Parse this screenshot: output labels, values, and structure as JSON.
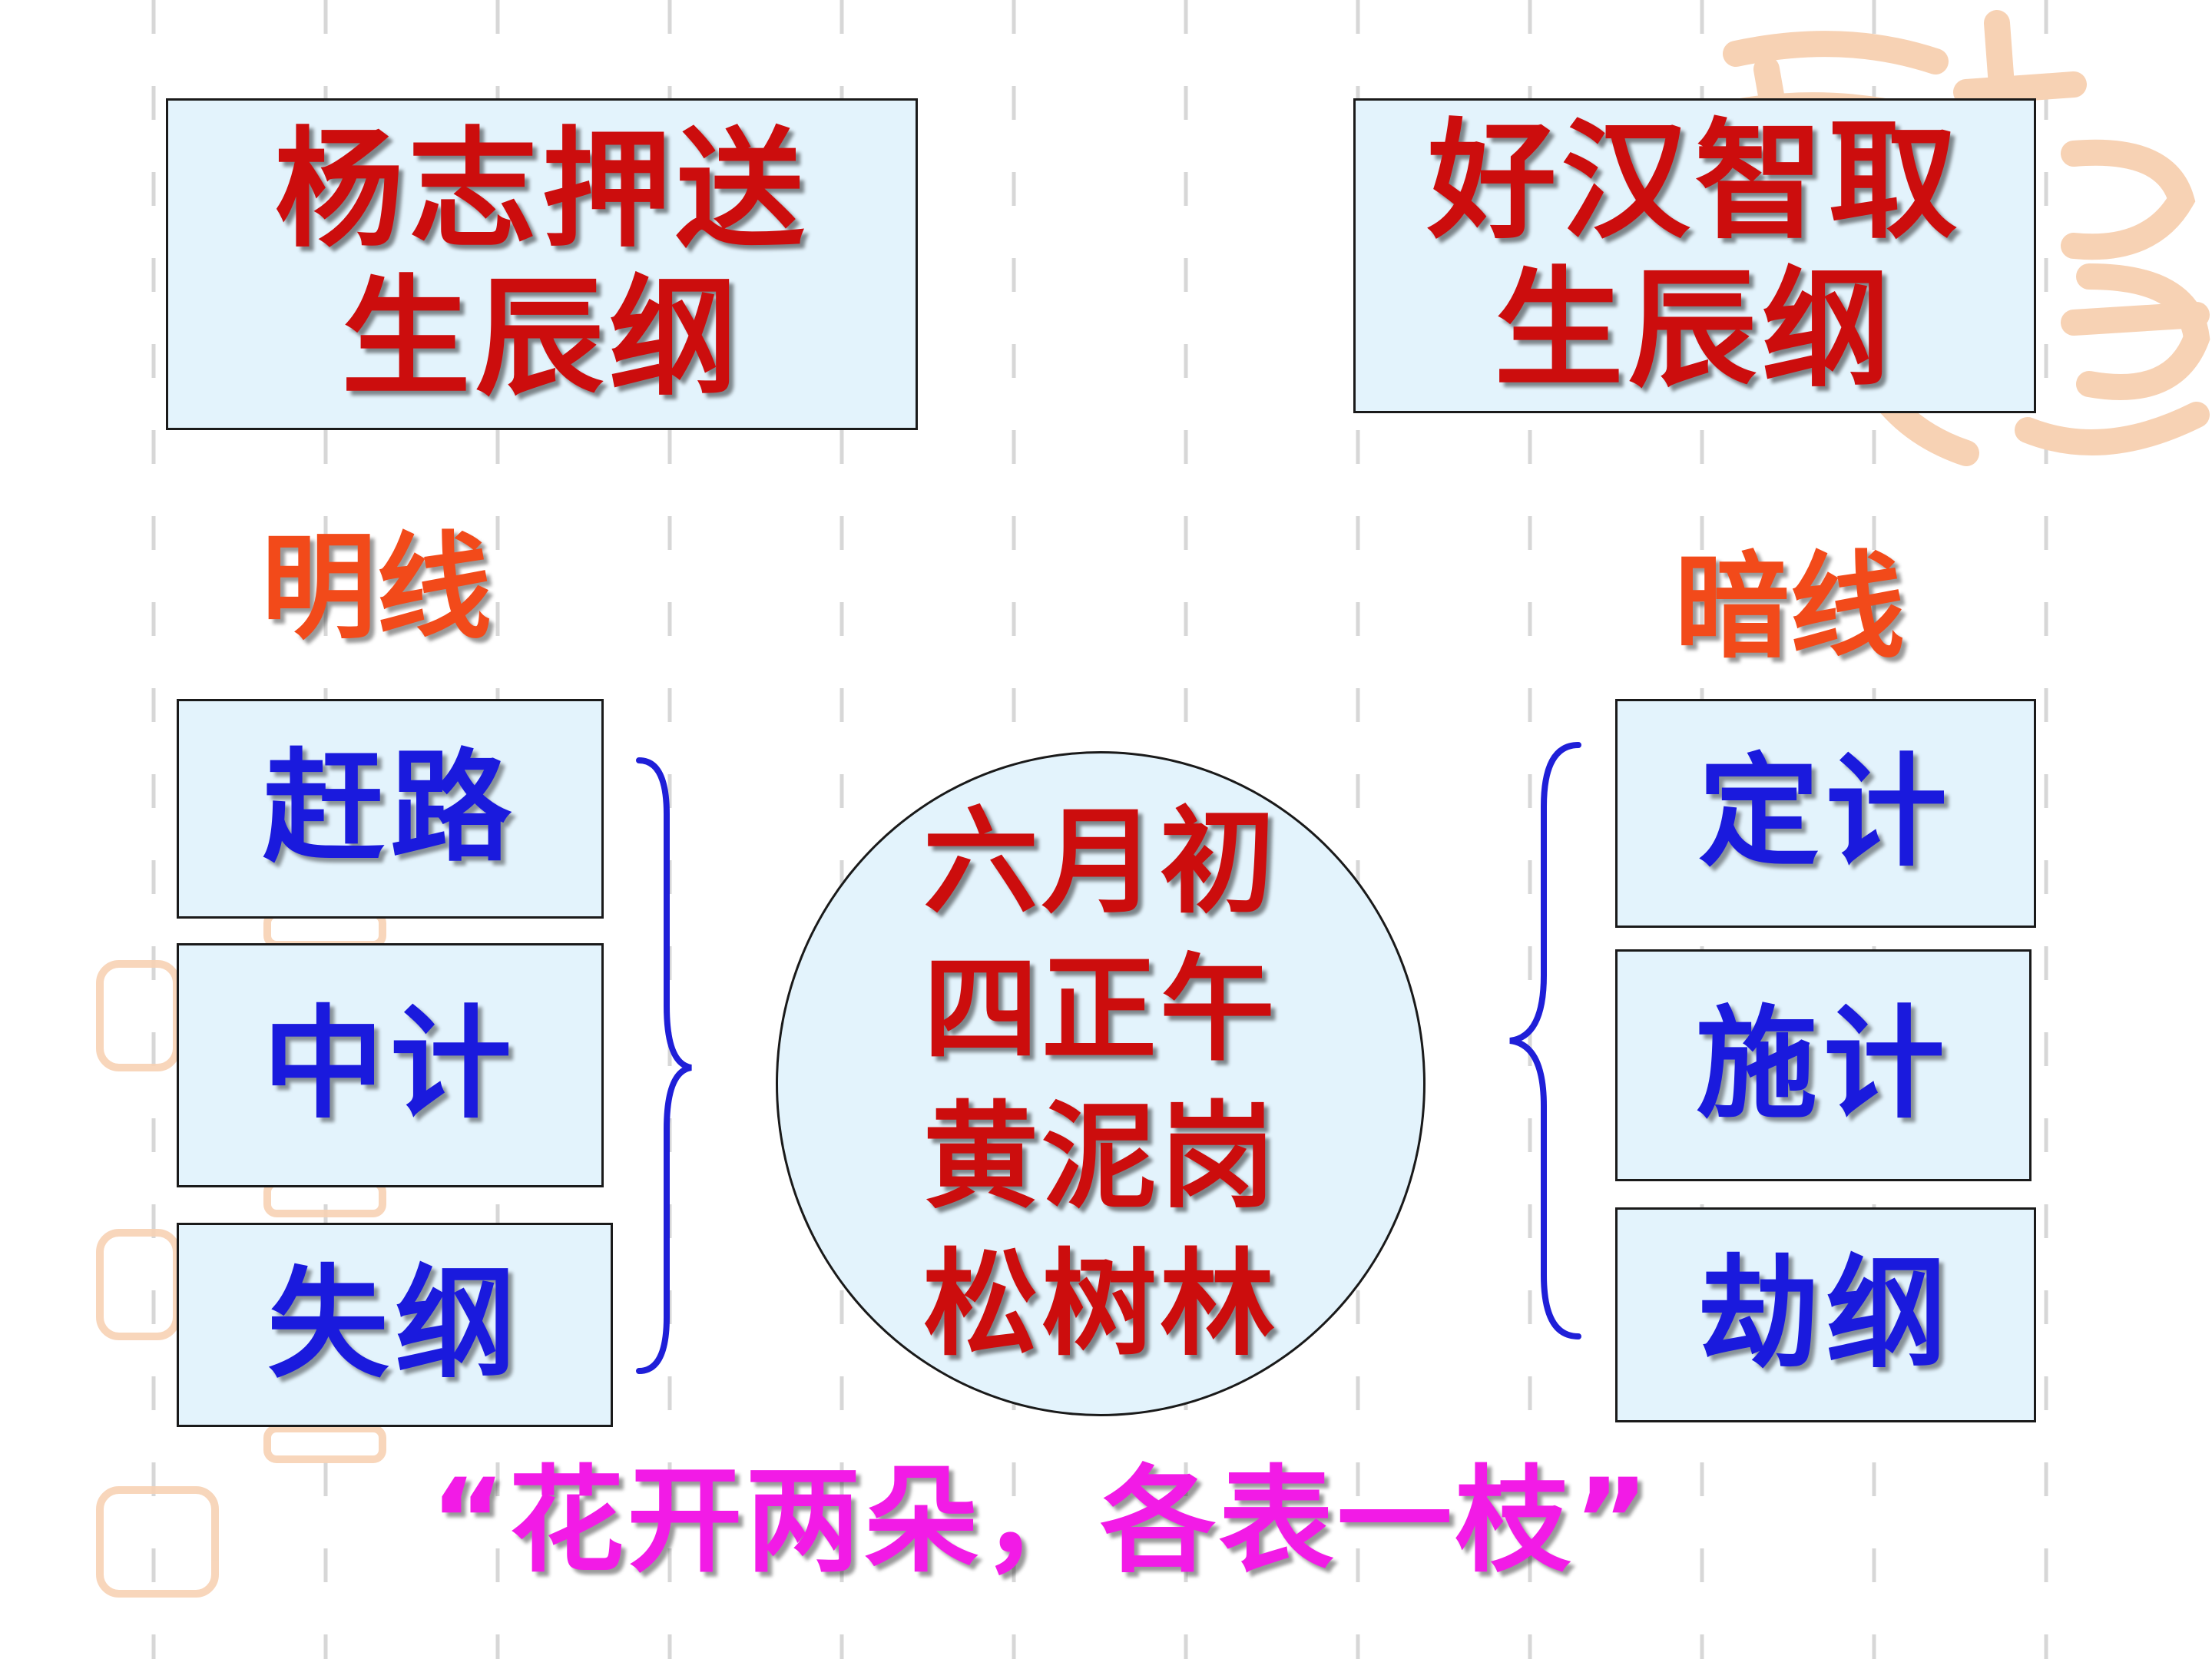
{
  "colors": {
    "title_red": "#cc0d0d",
    "label_orange": "#f24a1a",
    "step_blue": "#1a1add",
    "slogan_magenta": "#f21be6",
    "box_fill": "#e3f3fc",
    "brace_blue": "#1f1fd8",
    "watermark": "#f7d2b4",
    "dash": "#d7d7d7"
  },
  "titles": {
    "left": {
      "line1": "杨志押送",
      "line2": "生辰纲"
    },
    "right": {
      "line1": "好汉智取",
      "line2": "生辰纲"
    }
  },
  "labels": {
    "ming": "明线",
    "an": "暗线"
  },
  "left_steps": [
    "赶路",
    "中计",
    "失纲"
  ],
  "right_steps": [
    "定计",
    "施计",
    "劫纲"
  ],
  "center_circle": {
    "lines": [
      "六月初",
      "四正午",
      "黄泥岗",
      "松树林"
    ]
  },
  "slogan": "“花开两朵，各表一枝”",
  "icons": {
    "watermark": "seal-watermark-icon",
    "left_brace": "right-curly-brace-icon",
    "right_brace": "left-curly-brace-icon"
  }
}
